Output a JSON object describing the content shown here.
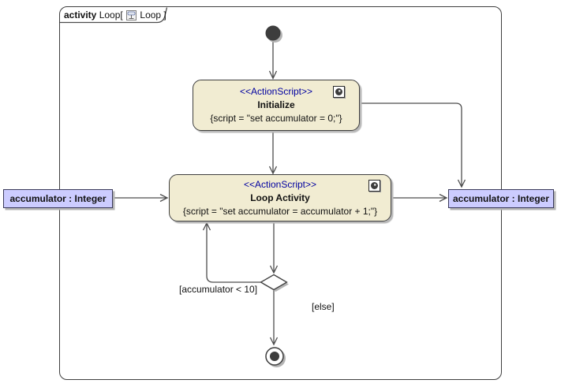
{
  "frame": {
    "keyword": "activity",
    "title_pre": " Loop[ ",
    "title_post": " Loop ]"
  },
  "nodes": {
    "initialize": {
      "stereotype": "<<ActionScript>>",
      "name": "Initialize",
      "script": "{script = \"set accumulator = 0;\"}"
    },
    "loop_activity": {
      "stereotype": "<<ActionScript>>",
      "name": "Loop Activity",
      "script": "{script = \"set accumulator = accumulator + 1;\"}"
    },
    "object_left": {
      "label": "accumulator : Integer"
    },
    "object_right": {
      "label": "accumulator : Integer"
    }
  },
  "edges": {
    "loop_guard": "[accumulator < 10]",
    "else_guard": "[else]"
  },
  "colors": {
    "action_fill": "#f1ecd2",
    "object_fill": "#ccccff",
    "stereotype_text": "#0000a0",
    "edge_stroke": "#4d4d4d",
    "shadow": "#b4b4b4"
  }
}
